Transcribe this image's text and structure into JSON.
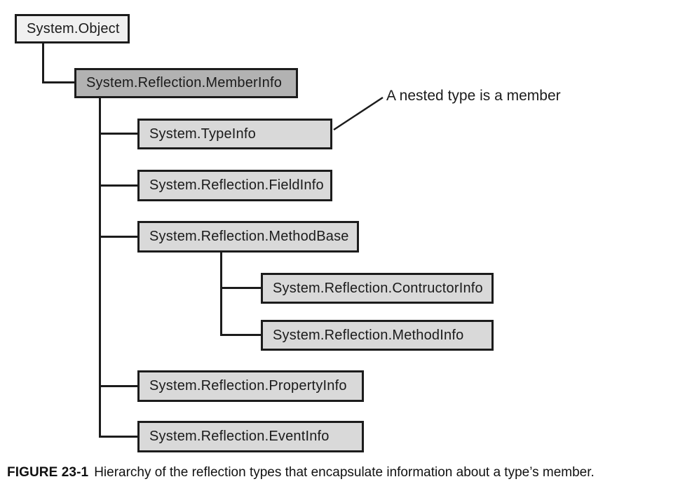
{
  "figure": {
    "caption_label": "FIGURE 23-1",
    "caption_text": "Hierarchy of the reflection types that encapsulate information about a type’s member."
  },
  "annotation": {
    "text": "A nested type is a member"
  },
  "nodes": [
    {
      "id": "system-object",
      "label": "System.Object",
      "level": 0
    },
    {
      "id": "system-reflection-memberinfo",
      "label": "System.Reflection.MemberInfo",
      "level": 1
    },
    {
      "id": "system-typeinfo",
      "label": "System.TypeInfo",
      "level": 2
    },
    {
      "id": "system-reflection-fieldinfo",
      "label": "System.Reflection.FieldInfo",
      "level": 2
    },
    {
      "id": "system-reflection-methodbase",
      "label": "System.Reflection.MethodBase",
      "level": 2
    },
    {
      "id": "system-reflection-contructorinfo",
      "label": "System.Reflection.ContructorInfo",
      "level": 3
    },
    {
      "id": "system-reflection-methodinfo",
      "label": "System.Reflection.MethodInfo",
      "level": 3
    },
    {
      "id": "system-reflection-propertyinfo",
      "label": "System.Reflection.PropertyInfo",
      "level": 2
    },
    {
      "id": "system-reflection-eventinfo",
      "label": "System.Reflection.EventInfo",
      "level": 2
    }
  ],
  "colors": {
    "root_fill": "#f0f0f0",
    "highlight_fill": "#b2b2b2",
    "node_fill": "#d9d9d9",
    "line": "#1c1c1c",
    "text": "#1b1b1b",
    "background": "#ffffff"
  }
}
